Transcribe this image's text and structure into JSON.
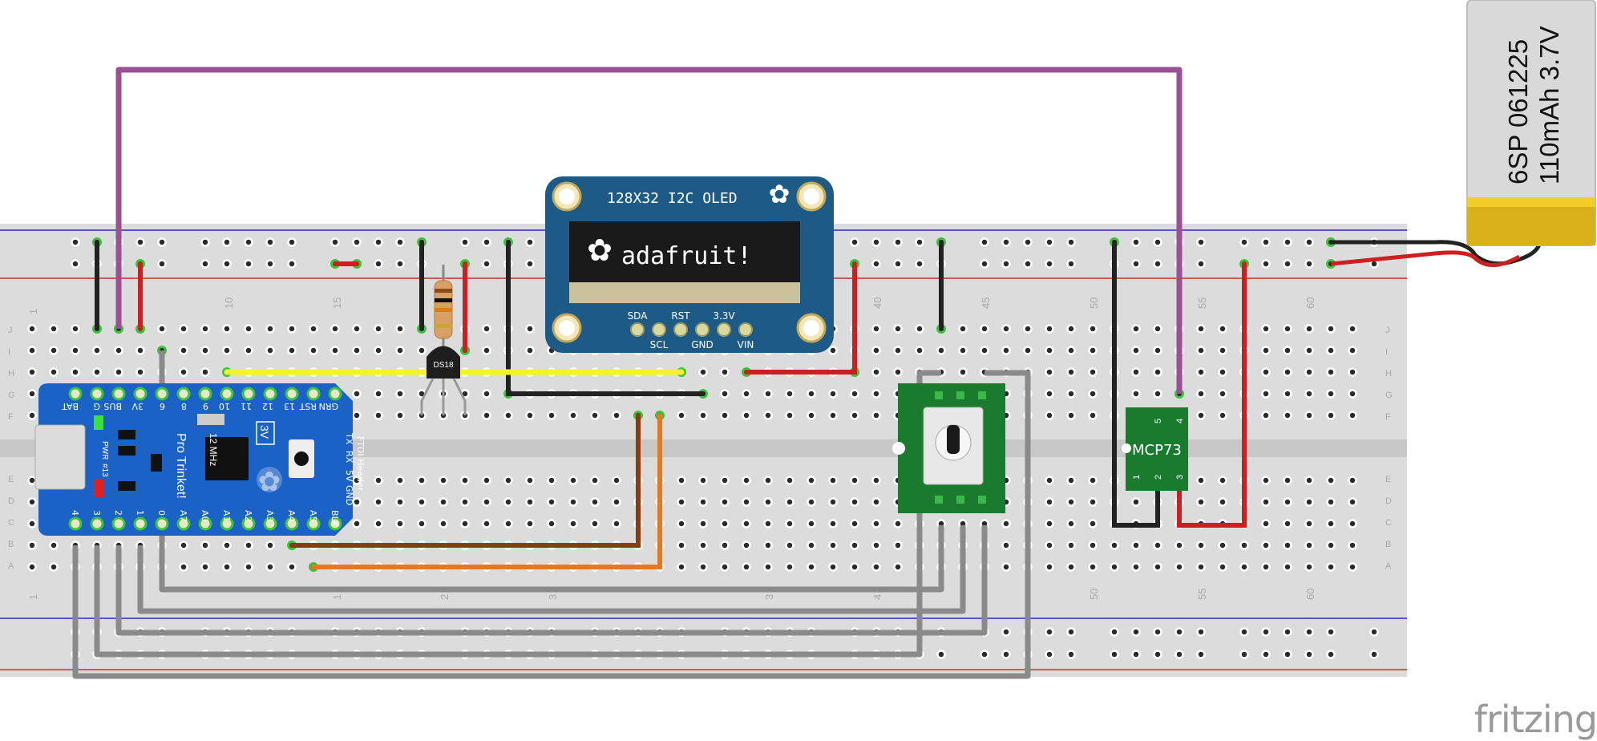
{
  "battery": {
    "line1": "6SP 061225",
    "line2": "110mAh 3.7V"
  },
  "oled": {
    "title": "128X32 I2C OLED",
    "screen_text": "adafruit!",
    "pins_top": [
      "SDA",
      "RST",
      "3.3V"
    ],
    "pins_bottom": [
      "SCL",
      "GND",
      "VIN"
    ]
  },
  "sensor": {
    "label": "DS18"
  },
  "rtc": {
    "label": "MCP73",
    "pins_top": [
      "5",
      "4"
    ],
    "pins_bottom": [
      "1",
      "2",
      "3"
    ]
  },
  "breadboard": {
    "rows_upper": [
      "J",
      "I",
      "H",
      "G",
      "F"
    ],
    "rows_lower": [
      "E",
      "D",
      "C",
      "B",
      "A"
    ],
    "col_numbers_top": [
      "1",
      "10",
      "15",
      "40",
      "45",
      "50",
      "55",
      "60"
    ],
    "col_numbers_bottom": [
      "1",
      "1",
      "2",
      "3",
      "3",
      "4",
      "50",
      "55",
      "60"
    ]
  },
  "trinket": {
    "top_pins": [
      "BAT",
      "G",
      "BUS",
      "3V",
      "6",
      "8",
      "9",
      "10",
      "11",
      "12",
      "13",
      "RST",
      "GRN"
    ],
    "bottom_pins": [
      "4",
      "3",
      "2",
      "1",
      "0",
      "A7",
      "A0",
      "A1",
      "A2",
      "A3",
      "A4",
      "A5",
      "BLK"
    ],
    "title": "Pro Trinket!",
    "mhz": "12 MHz",
    "volt": "3V",
    "header_right": [
      "TX",
      "RX",
      "5V",
      "GND",
      "FTDI Header"
    ],
    "pwr": "PWR",
    "led13": "#13"
  },
  "logo": {
    "text": "fritzing"
  },
  "colors": {
    "wire_purple": "#9b4f96",
    "wire_black": "#222222",
    "wire_red": "#cc1f1f",
    "wire_yellow": "#f2f230",
    "wire_brown": "#8a3b12",
    "wire_orange": "#e8771e",
    "wire_gray": "#8a8a8a",
    "board_blue": "#1b62c6",
    "oled_blue": "#1d5a86",
    "pcb_green": "#1a7a2e",
    "battery_gold": "#d9b21b"
  }
}
